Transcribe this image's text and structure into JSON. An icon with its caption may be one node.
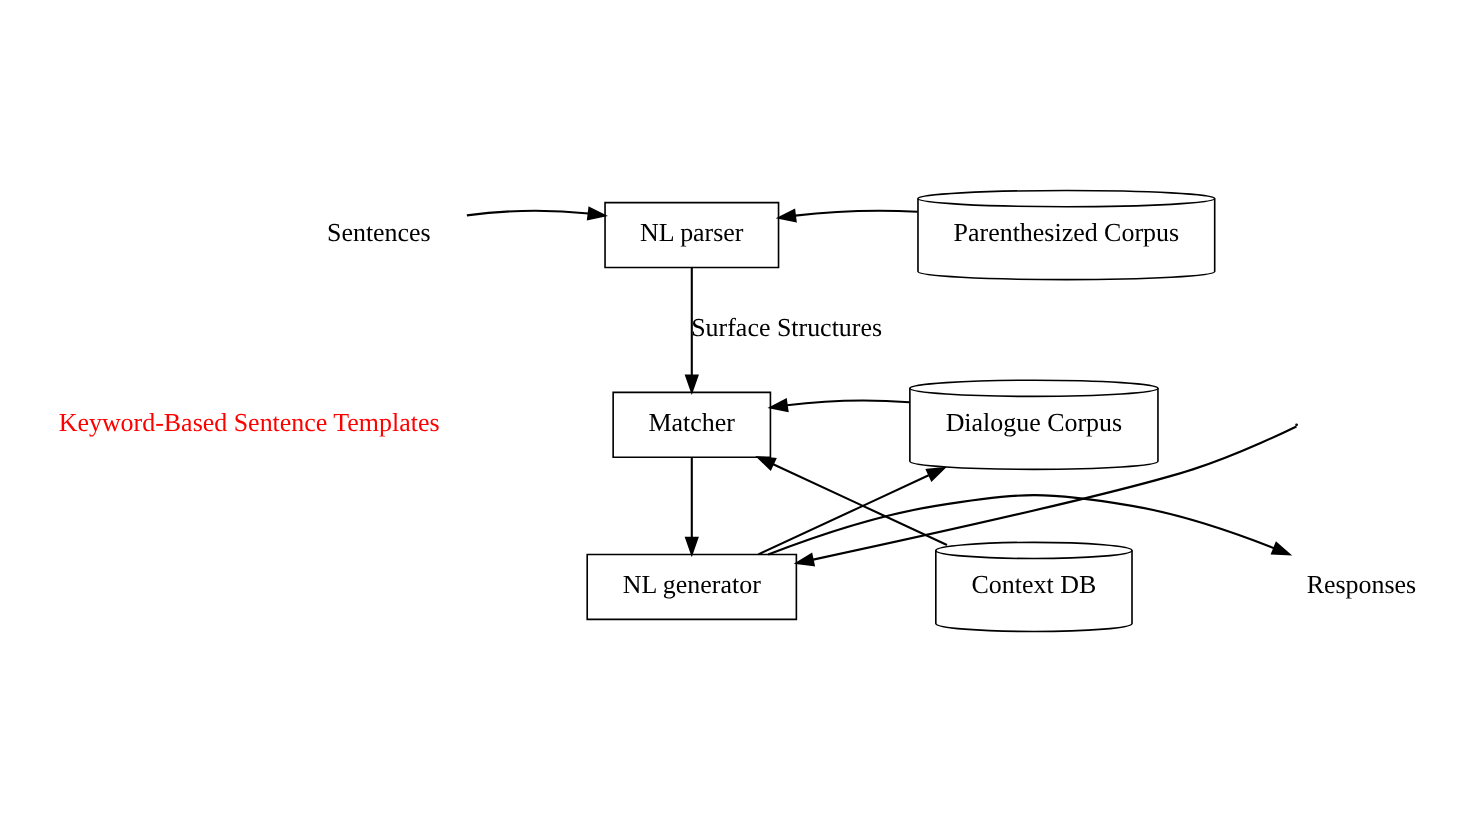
{
  "diagram": {
    "nodes": [
      {
        "text": [
          "Sentences"
        ]
      },
      {
        "text": [
          "NL parser"
        ]
      },
      {
        "text": [
          "Parenthesized Corpus"
        ]
      },
      {
        "text": [
          "Matcher"
        ]
      },
      {
        "text": [
          "Dialogue Corpus"
        ]
      },
      {
        "text": [
          "NL generator"
        ]
      },
      {
        "text": [
          "Context DB"
        ]
      },
      {
        "text": [
          "Responses"
        ]
      }
    ],
    "edges": [
      {
        "from": 0,
        "to": 1,
        "arrow": "to"
      },
      {
        "from": 2,
        "to": 1,
        "arrow": "to"
      },
      {
        "from": 1,
        "to": 3,
        "arrow": "to",
        "label": "Surface Structures"
      },
      {
        "from": 4,
        "to": 3,
        "arrow": "to"
      },
      {
        "from": 3,
        "to": 5,
        "arrow": "to"
      },
      {
        "from": 5,
        "to": 4,
        "arrow": "to"
      },
      {
        "from": 6,
        "to": 3,
        "arrow": "to"
      },
      {
        "from": null,
        "to": 5,
        "arrow": "to"
      },
      {
        "from": 5,
        "to": 7,
        "arrow": "to"
      }
    ],
    "labels": [
      "Keyword-Based Sentence Templates"
    ]
  }
}
